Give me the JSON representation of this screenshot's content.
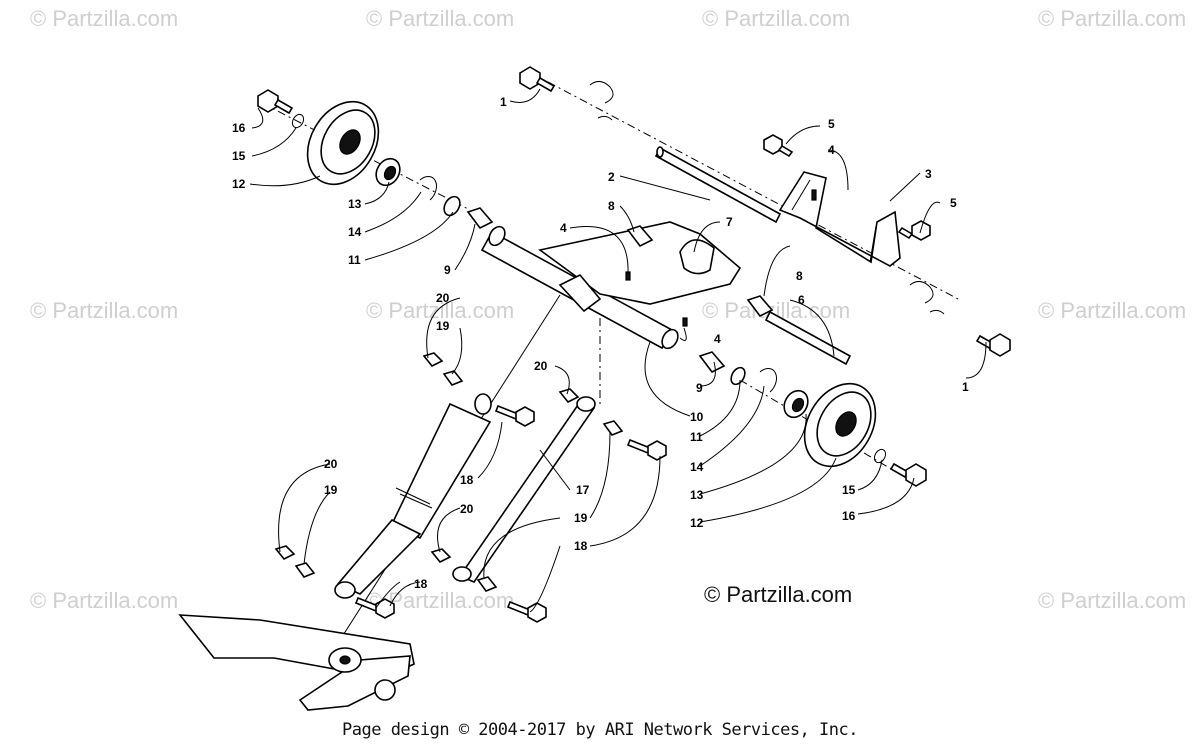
{
  "watermark": "© Partzilla.com",
  "brand": "© Partzilla.com",
  "footer": "Page design © 2004-2017 by ARI Network Services, Inc.",
  "callouts": {
    "c1a": "1",
    "c1b": "1",
    "c2": "2",
    "c3": "3",
    "c4a": "4",
    "c4b": "4",
    "c4c": "4",
    "c5a": "5",
    "c5b": "5",
    "c6": "6",
    "c7": "7",
    "c8a": "8",
    "c8b": "8",
    "c9a": "9",
    "c9b": "9",
    "c10": "10",
    "c11a": "11",
    "c11b": "11",
    "c12a": "12",
    "c12b": "12",
    "c13a": "13",
    "c13b": "13",
    "c14a": "14",
    "c14b": "14",
    "c15a": "15",
    "c15b": "15",
    "c16a": "16",
    "c16b": "16",
    "c17": "17",
    "c18a": "18",
    "c18b": "18",
    "c18c": "18",
    "c19a": "19",
    "c19b": "19",
    "c19c": "19",
    "c20a": "20",
    "c20b": "20",
    "c20c": "20",
    "c20d": "20"
  }
}
